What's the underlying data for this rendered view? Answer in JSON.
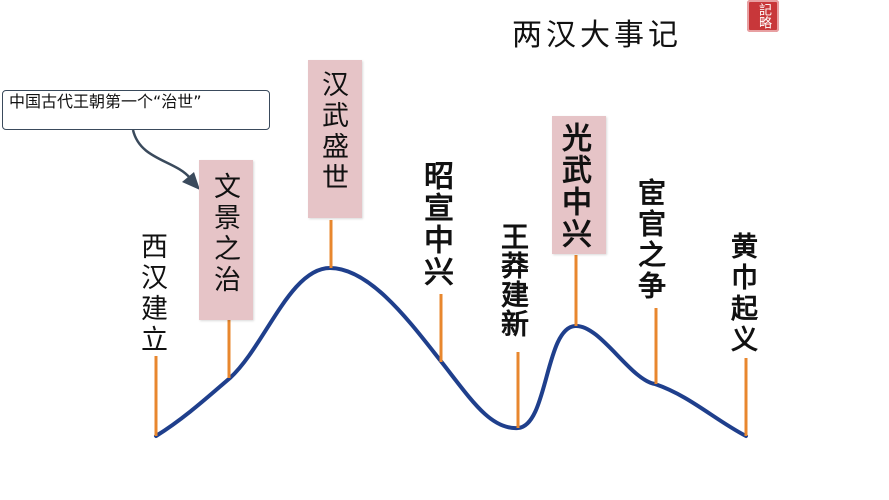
{
  "title": "两汉大事记",
  "seal_text": "記\n略",
  "callout_text": "中国古代王朝第一个“治世”",
  "events": [
    {
      "id": "xihan-jianli",
      "text": "西汉建立"
    },
    {
      "id": "wenjing-zhizhi",
      "text": "文景之治"
    },
    {
      "id": "hanwu-shengshi",
      "text": "汉武盛世"
    },
    {
      "id": "zhaoxuan-zhongxing",
      "text": "昭宣中兴"
    },
    {
      "id": "wangmang-jianxin",
      "text": "王莽建新"
    },
    {
      "id": "guangwu-zhongxing",
      "text": "光武中兴"
    },
    {
      "id": "huanguan-zhizheng",
      "text": "宦官之争"
    },
    {
      "id": "huangjin-qiyi",
      "text": "黄巾起义"
    }
  ],
  "colors": {
    "curve": "#1f3f8c",
    "stem": "#e8872e",
    "highlight_box": "#e6c4c7",
    "callout_border": "#3a4a5c",
    "arrow": "#3a4a5c"
  }
}
